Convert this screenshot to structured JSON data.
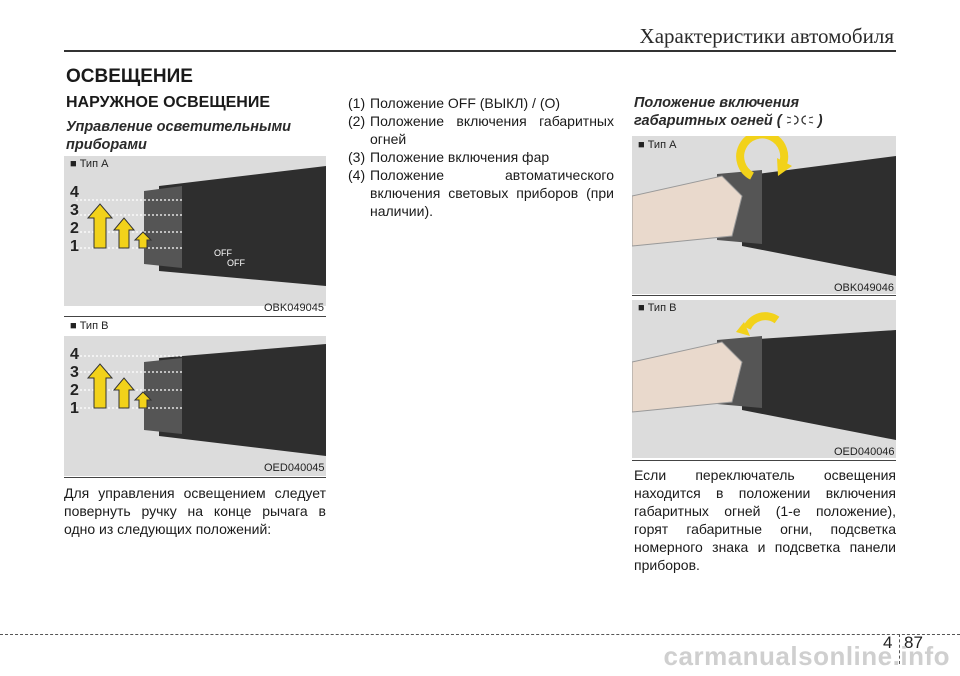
{
  "header": {
    "title": "Характеристики автомобиля"
  },
  "section": {
    "title": "ОСВЕЩЕНИЕ"
  },
  "left": {
    "subtitle": "НАРУЖНОЕ ОСВЕЩЕНИЕ",
    "heading": "Управление осветительными приборами",
    "fig1": {
      "tag": "■ Тип А",
      "code": "OBK049045",
      "labels": [
        "4",
        "3",
        "2",
        "1"
      ]
    },
    "fig2": {
      "tag": "■ Тип В",
      "code": "OED040045",
      "labels": [
        "4",
        "3",
        "2",
        "1"
      ]
    },
    "paragraph": "Для управления освещением следует повернуть ручку на конце рычага в одно из следующих положений:"
  },
  "middle": {
    "items": [
      {
        "num": "(1)",
        "text": "Положение OFF (ВЫКЛ) / (O)"
      },
      {
        "num": "(2)",
        "text": "Положение включения габаритных огней"
      },
      {
        "num": "(3)",
        "text": "Положение включения фар"
      },
      {
        "num": "(4)",
        "text": "Положение автоматического включения световых приборов (при наличии)."
      }
    ]
  },
  "right": {
    "heading_line1": "Положение включения",
    "heading_line2_prefix": "габаритных огней (",
    "heading_line2_suffix": ")",
    "fig1": {
      "tag": "■ Тип А",
      "code": "OBK049046"
    },
    "fig2": {
      "tag": "■ Тип В",
      "code": "OED040046"
    },
    "paragraph": "Если переключатель освещения находится в положении включения габаритных огней (1-е положение), горят габаритные огни, подсветка номерного знака и подсветка панели приборов."
  },
  "footer": {
    "chapter": "4",
    "page": "87",
    "watermark": "carmanualsonline.info"
  },
  "colors": {
    "arrow": "#f2d21a",
    "stalk": "#2e2e2e",
    "figure_bg": "#dcdcdc"
  }
}
